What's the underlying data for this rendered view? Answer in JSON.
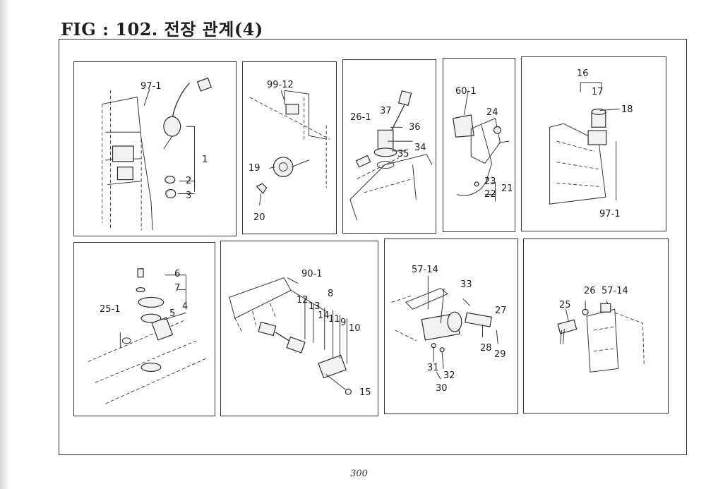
{
  "figure": {
    "title": "FIG : 102. 전장 관계(4)",
    "page_number": "300"
  },
  "panels": [
    {
      "id": "p1",
      "callouts": [
        "97-1",
        "1",
        "2",
        "3"
      ]
    },
    {
      "id": "p2",
      "callouts": [
        "99-12",
        "19",
        "20"
      ]
    },
    {
      "id": "p3",
      "callouts": [
        "37",
        "26-1",
        "36",
        "34",
        "35"
      ]
    },
    {
      "id": "p4",
      "callouts": [
        "60-1",
        "24",
        "23",
        "22",
        "21"
      ]
    },
    {
      "id": "p5",
      "callouts": [
        "16",
        "17",
        "18",
        "97-1"
      ]
    },
    {
      "id": "p6",
      "callouts": [
        "6",
        "7",
        "4",
        "5",
        "25-1"
      ]
    },
    {
      "id": "p7",
      "callouts": [
        "90-1",
        "8",
        "12",
        "13",
        "14",
        "11",
        "9",
        "10",
        "15"
      ]
    },
    {
      "id": "p8",
      "callouts": [
        "57-14",
        "33",
        "27",
        "28",
        "29",
        "31",
        "32",
        "30"
      ]
    },
    {
      "id": "p9",
      "callouts": [
        "26",
        "57-14",
        "25"
      ]
    }
  ]
}
